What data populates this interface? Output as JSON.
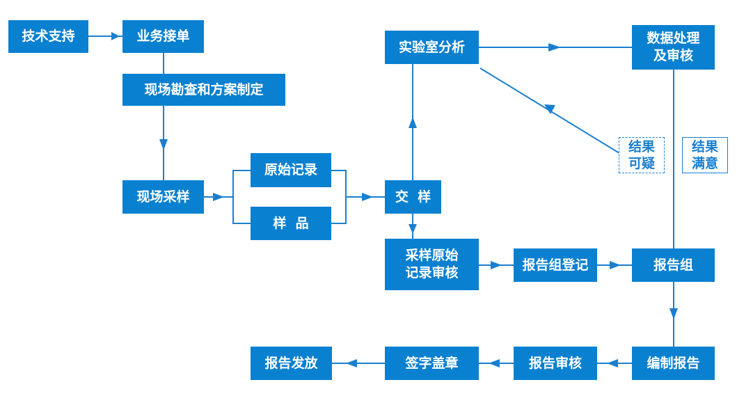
{
  "nodes": {
    "tech_support": "技术支持",
    "order": "业务接单",
    "survey": "现场勘查和方案制定",
    "sampling": "现场采样",
    "raw_record": "原始记录",
    "sample": "样  品",
    "handover": "交  样",
    "lab": "实验室分析",
    "data_review": "数据处理\n及审核",
    "sampling_review": "采样原始\n记录审核",
    "report_register": "报告组登记",
    "report_group": "报告组",
    "compile": "编制报告",
    "report_review": "报告审核",
    "sign_stamp": "签字盖章",
    "issue": "报告发放"
  },
  "notes": {
    "doubtful": "结果\n可疑",
    "satisfied": "结果\n满意"
  },
  "colors": {
    "box_fill": "#0a80d0",
    "line": "#1a7fcf",
    "text_on_box": "#ffffff"
  }
}
